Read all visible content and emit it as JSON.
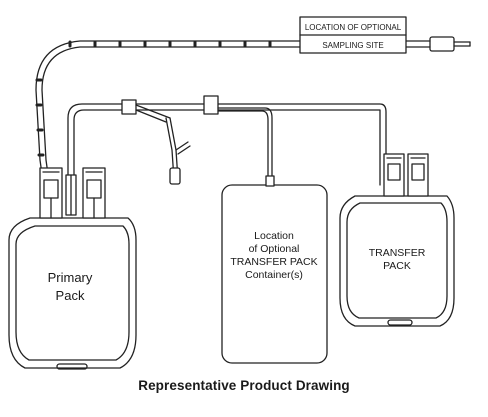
{
  "labels": {
    "sampling_line1": "LOCATION OF OPTIONAL",
    "sampling_line2": "SAMPLING SITE",
    "primary_line1": "Primary",
    "primary_line2": "Pack",
    "container_line1": "Location",
    "container_line2": "of Optional",
    "container_line3": "TRANSFER PACK",
    "container_line4": "Container(s)",
    "transfer_line1": "TRANSFER",
    "transfer_line2": "PACK"
  },
  "caption": "Representative Product Drawing"
}
